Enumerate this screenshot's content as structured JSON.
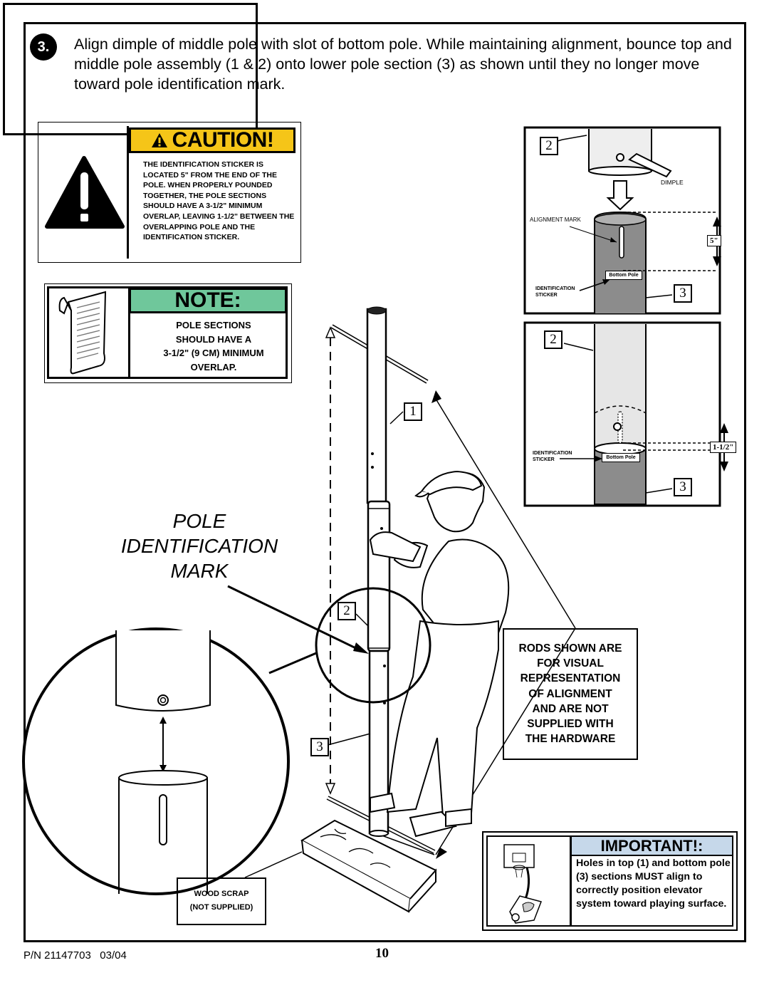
{
  "step": {
    "number": "3.",
    "instruction": "Align dimple of middle pole with slot of bottom pole. While maintaining alignment, bounce top and middle pole assembly (1 & 2) onto lower pole section (3) as shown until they no longer move toward pole identification mark."
  },
  "caution": {
    "title": "CAUTION!",
    "body": "THE IDENTIFICATION STICKER IS LOCATED 5\" FROM THE END OF THE POLE. WHEN PROPERLY POUNDED TOGETHER, THE POLE SECTIONS SHOULD HAVE A 3-1/2\" MINIMUM OVERLAP, LEAVING 1-1/2\" BETWEEN THE OVERLAPPING POLE AND THE IDENTIFICATION STICKER."
  },
  "note": {
    "title": "NOTE:",
    "lines": [
      "POLE SECTIONS",
      "SHOULD HAVE A",
      "3-1/2\" (9 CM) MINIMUM",
      "OVERLAP."
    ]
  },
  "pole_mark_label": [
    "POLE",
    "IDENTIFICATION",
    "MARK"
  ],
  "main_callouts": {
    "top": "1",
    "middle": "2",
    "bottom": "3"
  },
  "detail_top": {
    "pole_top_label": "2",
    "pole_bottom_label": "3",
    "dimple_label": "DIMPLE",
    "alignment_label": "ALIGNMENT MARK",
    "id_sticker_label": [
      "IDENTIFICATION",
      "STICKER"
    ],
    "sticker_text": "Bottom Pole",
    "measurement": "5\""
  },
  "detail_bottom": {
    "pole_top_label": "2",
    "pole_bottom_label": "3",
    "id_sticker_label": [
      "IDENTIFICATION",
      "STICKER"
    ],
    "sticker_text": "Bottom Pole",
    "measurement": "1-1/2\""
  },
  "rods_note": [
    "RODS SHOWN ARE",
    "FOR VISUAL",
    "REPRESENTATION",
    "OF ALIGNMENT",
    "AND ARE NOT",
    "SUPPLIED WITH",
    "THE HARDWARE"
  ],
  "wood_scrap": [
    "WOOD SCRAP",
    "(NOT SUPPLIED)"
  ],
  "important": {
    "title": "IMPORTANT!:",
    "body": "Holes in top (1) and bottom pole (3) sections MUST align to correctly position elevator system toward playing surface."
  },
  "footer": {
    "part_number": "P/N 21147703   03/04",
    "page": "10"
  },
  "colors": {
    "caution": "#f5c518",
    "note": "#6fc79b",
    "important": "#c6d8ea",
    "pole_grey": "#8c8c8c"
  }
}
